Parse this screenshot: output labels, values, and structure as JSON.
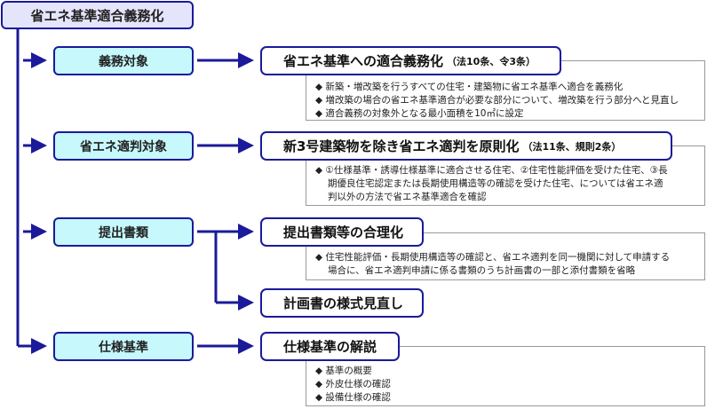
{
  "root": {
    "label": "省エネ基準適合義務化"
  },
  "rows": [
    {
      "category": "義務対象",
      "title": "省エネ基準への適合義務化",
      "ref": "（法10条、令3条）",
      "items": [
        "新築・増改築を行うすべての住宅・建築物に省エネ基準へ適合を義務化",
        "増改築の場合の省エネ基準適合が必要な部分について、増改築を行う部分へと見直し",
        "適合義務の対象外となる最小面積を10㎡に設定"
      ]
    },
    {
      "category": "省エネ適判対象",
      "title": "新3号建築物を除き省エネ適判を原則化",
      "ref": "（法11条、規則2条）",
      "items": [
        "①仕様基準・誘導仕様基準に適合させる住宅、②住宅性能評価を受けた住宅、③長期優良住宅認定または長期使用構造等の確認を受けた住宅、については省エネ適判以外の方法で省エネ基準適合を確認"
      ]
    },
    {
      "category": "提出書類",
      "title": "提出書類等の合理化",
      "ref": "",
      "items": [
        "住宅性能評価・長期使用構造等の確認と、省エネ適判を同一機関に対して申請する場合に、省エネ適判申請に係る書類のうち計画書の一部と添付書類を省略"
      ],
      "title2": "計画書の様式見直し"
    },
    {
      "category": "仕様基準",
      "title": "仕様基準の解説",
      "ref": "",
      "items": [
        "基準の概要",
        "外皮仕様の確認",
        "設備仕様の確認"
      ]
    }
  ],
  "bullet": "◆",
  "colors": {
    "line": "#1a1a9a",
    "root_fill": "#e4e4fb",
    "category_fill": "#c6f8fc",
    "detail_border": "#999999"
  }
}
